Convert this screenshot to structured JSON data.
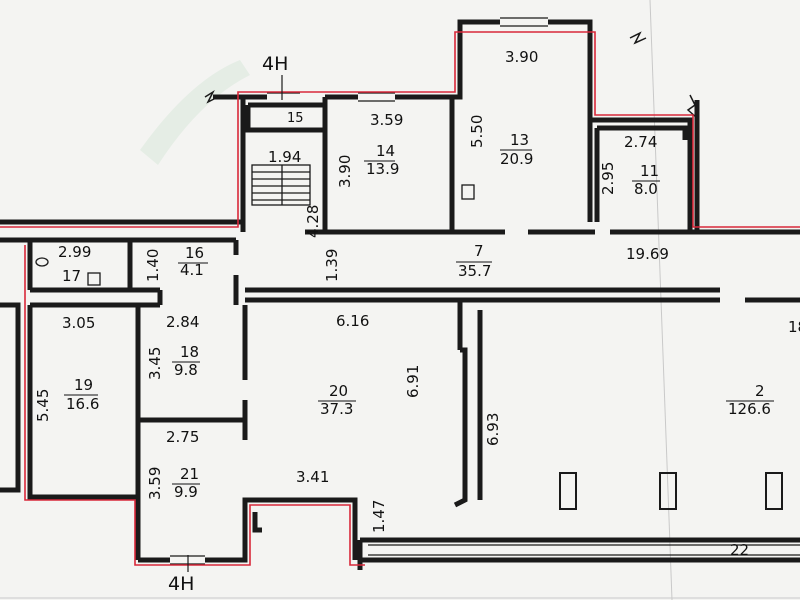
{
  "axis_labels": {
    "top": "4Н",
    "bottom": "4Н"
  },
  "rooms": [
    {
      "id": "room-14",
      "number": "14",
      "area": "13.9",
      "width": "3.59",
      "depth": "3.90"
    },
    {
      "id": "room-13",
      "number": "13",
      "area": "20.9",
      "width": "3.90",
      "depth": "5.50"
    },
    {
      "id": "room-11",
      "number": "11",
      "area": "8.0",
      "width": "2.74",
      "depth": "2.95"
    },
    {
      "id": "room-15",
      "number": "15",
      "width": "1.94",
      "depth": "4.28"
    },
    {
      "id": "room-7",
      "number": "7",
      "area": "35.7",
      "length": "19.69",
      "width": "1.39"
    },
    {
      "id": "room-16",
      "number": "16",
      "area": "4.1",
      "width": "1.40"
    },
    {
      "id": "room-17",
      "number": "17",
      "width": "2.99"
    },
    {
      "id": "room-19",
      "number": "19",
      "area": "16.6",
      "width": "3.05",
      "depth": "5.45"
    },
    {
      "id": "room-18",
      "number": "18",
      "area": "9.8",
      "width": "2.84",
      "depth": "3.45"
    },
    {
      "id": "room-21",
      "number": "21",
      "area": "9.9",
      "width": "2.75",
      "depth": "3.59"
    },
    {
      "id": "room-20",
      "number": "20",
      "area": "37.3",
      "width": "6.16",
      "depth": "6.91",
      "extra": "3.41"
    },
    {
      "id": "room-2",
      "number": "2",
      "area": "126.6",
      "depth": "6.93"
    },
    {
      "id": "room-22",
      "number": "22",
      "width": "1.47"
    },
    {
      "id": "room-18-edge",
      "number": "18"
    }
  ],
  "colors": {
    "wall": "#1a1a1a",
    "boundary": "#d8283a",
    "paper": "#f4f4f2"
  }
}
